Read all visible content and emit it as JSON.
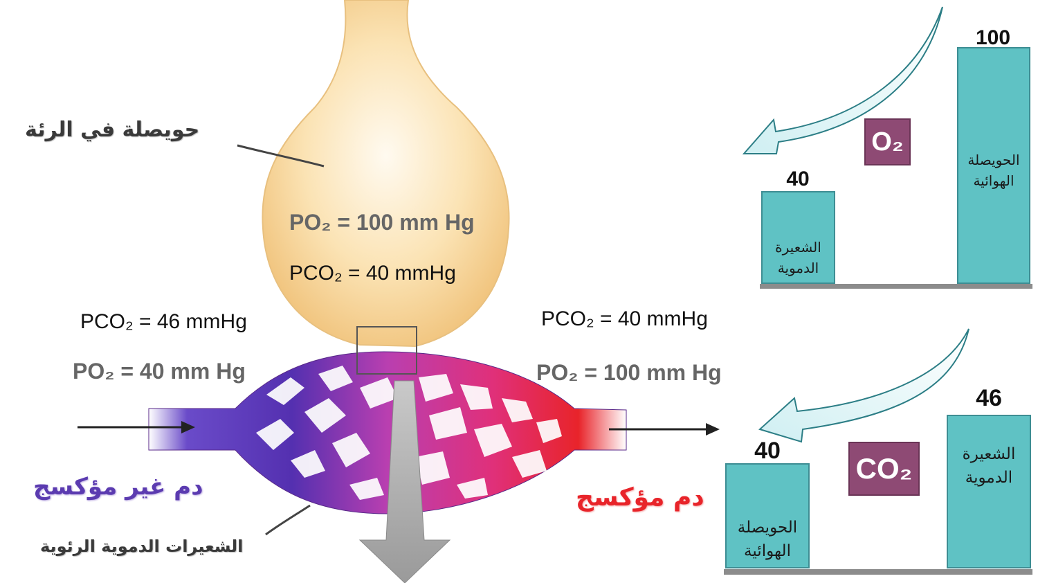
{
  "alveolus_label": "حويصلة في الرئة",
  "capillaries_label": "الشعيرات الدموية الرئوية",
  "deoxygenated_label": "دم غير مؤكسج",
  "oxygenated_label": "دم مؤكسج",
  "alveolus_po2": "PO₂ = 100 mm Hg",
  "alveolus_pco2": "PCO₂ = 40 mmHg",
  "inflow_pco2": "PCO₂ = 46 mmHg",
  "inflow_po2": "PO₂ = 40 mm Hg",
  "outflow_pco2": "PCO₂ = 40 mmHg",
  "outflow_po2": "PO₂ = 100 mm Hg",
  "o2_panel": {
    "gas": "O₂",
    "left_bar": {
      "value": "40",
      "label": "الشعيرة الدموية"
    },
    "right_bar": {
      "value": "100",
      "label": "الحويصلة الهوائية"
    }
  },
  "co2_panel": {
    "gas": "CO₂",
    "left_bar": {
      "value": "40",
      "label": "الحويصلة الهوائية"
    },
    "right_bar": {
      "value": "46",
      "label": "الشعيرة الدموية"
    }
  },
  "colors": {
    "bar": "#5fc2c4",
    "gas_box": "#8e4a74",
    "deoxygenated": "#5b3bb0",
    "oxygenated": "#e8242a"
  }
}
